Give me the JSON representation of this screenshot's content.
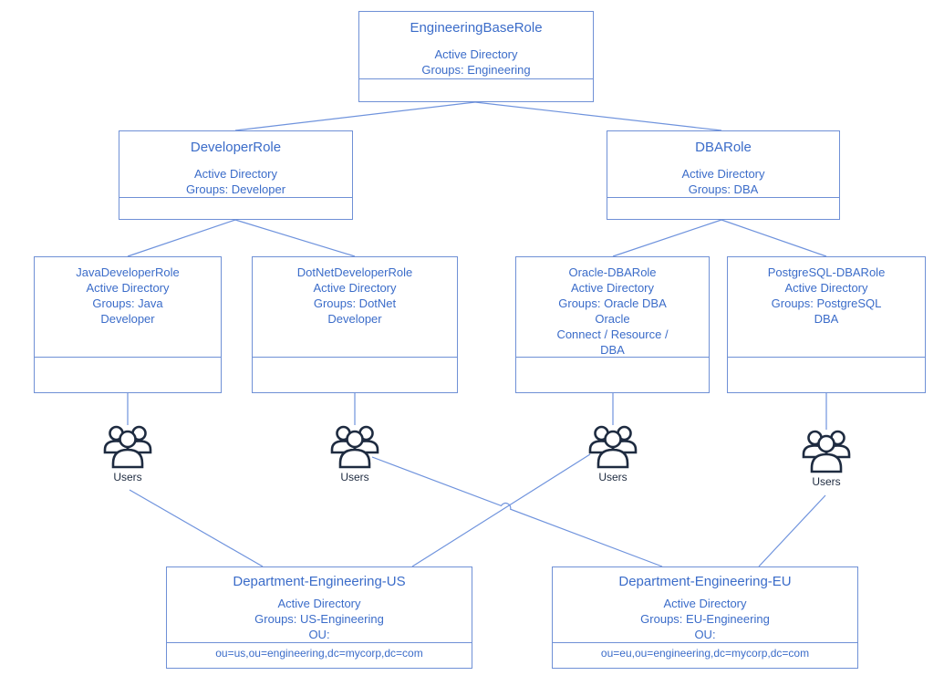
{
  "colors": {
    "background": "#ffffff",
    "border": "#6f90d6",
    "text": "#3b6cc9",
    "connector": "#6f93dd",
    "icon": "#1e2b40"
  },
  "nodes": {
    "engineering_base": {
      "title": "EngineeringBaseRole",
      "body": [
        "Active Directory",
        "Groups: Engineering"
      ],
      "footer": ""
    },
    "developer": {
      "title": "DeveloperRole",
      "body": [
        "Active Directory",
        "Groups: Developer"
      ],
      "footer": ""
    },
    "dba": {
      "title": "DBARole",
      "body": [
        "Active Directory",
        "Groups: DBA"
      ],
      "footer": ""
    },
    "java": {
      "title": "JavaDeveloperRole",
      "body": [
        "Active Directory",
        "Groups: Java",
        "Developer"
      ],
      "footer": ""
    },
    "dotnet": {
      "title": "DotNetDeveloperRole",
      "body": [
        "Active Directory",
        "Groups: DotNet",
        "Developer"
      ],
      "footer": ""
    },
    "oracle": {
      "title": "Oracle-DBARole",
      "body": [
        "Active Directory",
        "Groups: Oracle DBA",
        "Oracle",
        "Connect / Resource /",
        "DBA"
      ],
      "footer": ""
    },
    "postgresql": {
      "title": "PostgreSQL-DBARole",
      "body": [
        "Active Directory",
        "Groups: PostgreSQL",
        "DBA"
      ],
      "footer": ""
    },
    "dept_us": {
      "title": "Department-Engineering-US",
      "body": [
        "Active Directory",
        "Groups: US-Engineering",
        "OU:"
      ],
      "footer": "ou=us,ou=engineering,dc=mycorp,dc=com"
    },
    "dept_eu": {
      "title": "Department-Engineering-EU",
      "body": [
        "Active Directory",
        "Groups: EU-Engineering",
        "OU:"
      ],
      "footer": "ou=eu,ou=engineering,dc=mycorp,dc=com"
    }
  },
  "actors": {
    "label": "Users"
  },
  "edges": [
    {
      "from": "EngineeringBaseRole",
      "to": "DeveloperRole"
    },
    {
      "from": "EngineeringBaseRole",
      "to": "DBARole"
    },
    {
      "from": "DeveloperRole",
      "to": "JavaDeveloperRole"
    },
    {
      "from": "DeveloperRole",
      "to": "DotNetDeveloperRole"
    },
    {
      "from": "DBARole",
      "to": "Oracle-DBARole"
    },
    {
      "from": "DBARole",
      "to": "PostgreSQL-DBARole"
    },
    {
      "from": "JavaDeveloperRole",
      "to": "Users-Java"
    },
    {
      "from": "DotNetDeveloperRole",
      "to": "Users-DotNet"
    },
    {
      "from": "Oracle-DBARole",
      "to": "Users-Oracle"
    },
    {
      "from": "PostgreSQL-DBARole",
      "to": "Users-PostgreSQL"
    },
    {
      "from": "Users-Java",
      "to": "Department-Engineering-US"
    },
    {
      "from": "Users-DotNet",
      "to": "Department-Engineering-EU"
    },
    {
      "from": "Users-Oracle",
      "to": "Department-Engineering-US"
    },
    {
      "from": "Users-PostgreSQL",
      "to": "Department-Engineering-EU"
    }
  ]
}
